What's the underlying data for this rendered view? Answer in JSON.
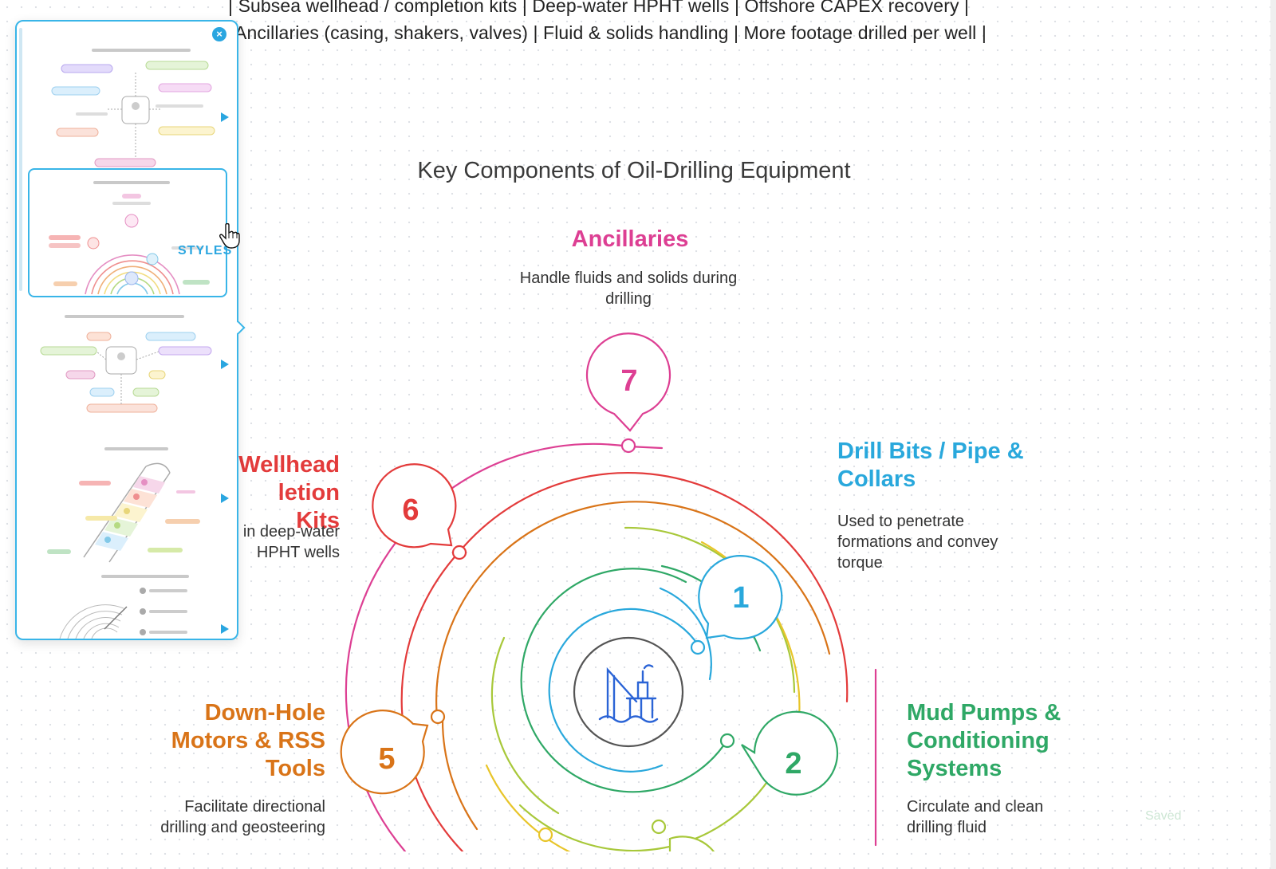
{
  "canvas": {
    "intro_lines": [
      "| Subsea wellhead / completion kits | Deep-water HPHT wells | Offshore CAPEX recovery |",
      "Ancillaries (casing, shakers, valves) | Fluid & solids handling | More footage drilled per well |"
    ],
    "title": "Key Components of Oil-Drilling Equipment",
    "items": [
      {
        "number": "1",
        "title_lines": [
          "Drill Bits / Pipe &",
          "Collars"
        ],
        "desc_lines": [
          "Used to penetrate",
          "formations and convey",
          "torque"
        ],
        "color": "#29a8dc"
      },
      {
        "number": "2",
        "title_lines": [
          "Mud Pumps &",
          "Conditioning",
          "Systems"
        ],
        "desc_lines": [
          "Circulate and clean",
          "drilling fluid"
        ],
        "color": "#2fa866"
      },
      {
        "number": "5",
        "title_lines": [
          "Down-Hole",
          "Motors & RSS",
          "Tools"
        ],
        "desc_lines": [
          "Facilitate directional",
          "drilling and geosteering"
        ],
        "color": "#d97418"
      },
      {
        "number": "6",
        "title_lines": "Wellhead|letion Kits",
        "desc_lines": [
          "in deep-water",
          "HPHT wells"
        ],
        "color": "#e33b3b"
      },
      {
        "number": "7",
        "title_lines": [
          "Ancillaries"
        ],
        "desc_lines": [
          "Handle fluids and solids during",
          "drilling"
        ],
        "color": "#dd3f93"
      }
    ],
    "center_icon": "offshore-rig-icon",
    "ring_colors": [
      "#29a8dc",
      "#2fa866",
      "#a8c83a",
      "#e8c52a",
      "#d97418",
      "#e33b3b",
      "#dd3f93"
    ]
  },
  "style_panel": {
    "label": "STYLES",
    "close_icon": "close-icon",
    "thumbnails": [
      "mind-map-style",
      "radial-rings-style",
      "mind-map-alt-style",
      "ladder-style",
      "radar-style"
    ],
    "accent": "#39b5e8"
  },
  "status": {
    "saved_label": "Saved"
  }
}
